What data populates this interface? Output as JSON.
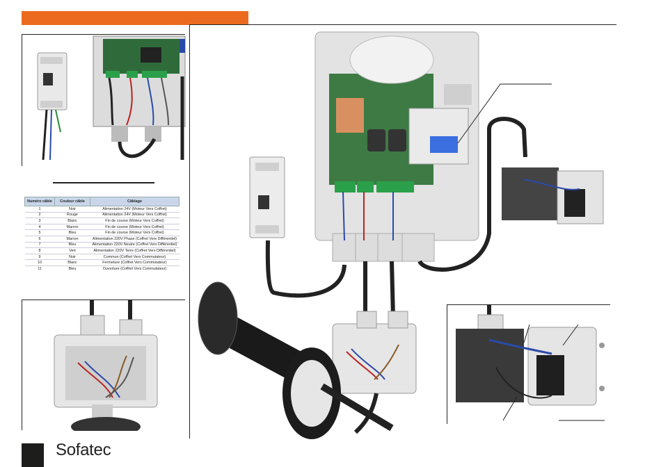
{
  "brand": {
    "name": "Sofatec"
  },
  "colors": {
    "accent": "#ec6a1f",
    "table_header": "#c9d6ea",
    "dark": "#1d1d1b"
  },
  "cable_table": {
    "headers": [
      "Numéro câble",
      "Couleur câble",
      "Câblage"
    ],
    "rows": [
      [
        "1",
        "Noir",
        "Alimentation 24V (Moteur Vers Coffret)"
      ],
      [
        "2",
        "Rouge",
        "Alimentation 24V (Moteur Vers Coffret)"
      ],
      [
        "3",
        "Blanc",
        "Fin de course (Moteur Vers Coffret)"
      ],
      [
        "4",
        "Marron",
        "Fin de course (Moteur Vers Coffret)"
      ],
      [
        "5",
        "Bleu",
        "Fin de course (Moteur Vers Coffret)"
      ],
      [
        "6",
        "Marron",
        "Alimentation 220V Phase (Coffret Vers Différentiel)"
      ],
      [
        "7",
        "Bleu",
        "Alimentation 220V Neutre (Coffret Vers Différentiel)"
      ],
      [
        "8",
        "Vert",
        "Alimentation 220V Terre (Coffret Vers Différentiel)"
      ],
      [
        "9",
        "Noir",
        "Commun (Coffret Vers Commutateur)"
      ],
      [
        "10",
        "Blanc",
        "Fermeture (Coffret Vers Commutateur)"
      ],
      [
        "11",
        "Bleu",
        "Ouverture (Coffret Vers Commutateur)"
      ]
    ]
  },
  "images": {
    "main": "wiring-diagram-render",
    "inset": "switch-box-detail",
    "photo_top": "control-box-photo",
    "photo_bottom": "junction-box-photo"
  }
}
